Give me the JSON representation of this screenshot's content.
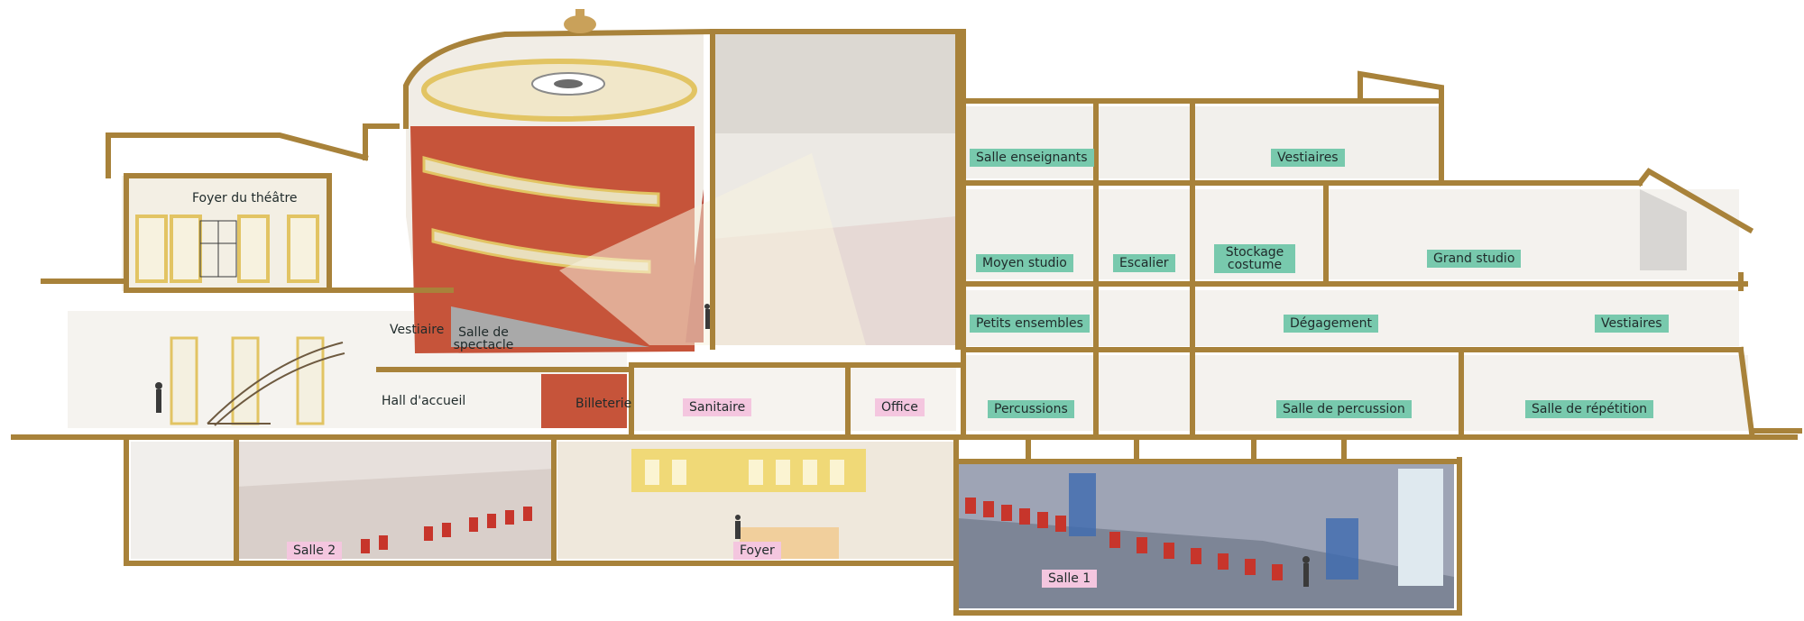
{
  "colors": {
    "structure": "#a8823a",
    "wall_light": "#f4f2ee",
    "hall_red": "#c6543a",
    "gold": "#e2c463",
    "label_teal": "#78c9ad",
    "label_pink": "#f4c6df",
    "salle1_floor": "#7d8596"
  },
  "rooms": {
    "foyer_theatre": "Foyer du théâtre",
    "vestiaire": "Vestiaire",
    "salle_spectacle": "Salle de spectacle",
    "hall_accueil": "Hall d'accueil",
    "billeterie": "Billeterie",
    "sanitaire": "Sanitaire",
    "office": "Office",
    "salle_2": "Salle 2",
    "foyer": "Foyer",
    "salle_1": "Salle 1",
    "salle_enseignants": "Salle enseignants",
    "vestiaires_top": "Vestiaires",
    "moyen_studio": "Moyen studio",
    "escalier": "Escalier",
    "stockage_costume": "Stockage costume",
    "grand_studio": "Grand studio",
    "petits_ensembles": "Petits ensembles",
    "degagement": "Dégagement",
    "vestiaires_mid": "Vestiaires",
    "percussions": "Percussions",
    "salle_percussion": "Salle de percussion",
    "salle_repetition": "Salle de répétition"
  }
}
